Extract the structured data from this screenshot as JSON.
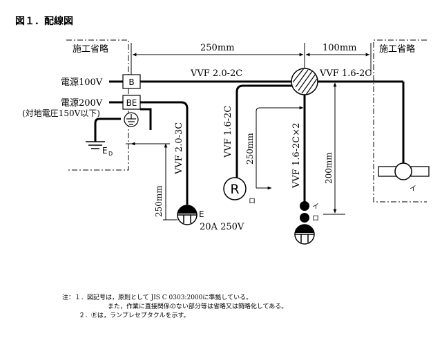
{
  "figure_title": "図１．配線図",
  "omitted_label_left": "施工省略",
  "omitted_label_right": "施工省略",
  "dim_250_top": "250mm",
  "dim_100_top": "100mm",
  "power_100v": "電源100V",
  "power_200v": "電源200V",
  "power_200v_note": "(対地電圧150V以下)",
  "box_b": "B",
  "box_be": "BE",
  "earth_label": "E",
  "earth_sub": "D",
  "cable_top_left": "VVF 2.0-2C",
  "cable_top_right": "VVF 1.6-2C",
  "cable_outlet": "VVF 2.0-3C",
  "cable_receptacle": "VVF 1.6-2C",
  "cable_switch": "VVF 1.6-2C×2",
  "dim_250_outlet": "250mm",
  "dim_250_center": "250mm",
  "dim_200_right": "200mm",
  "receptacle_symbol": "R",
  "receptacle_tag": "ロ",
  "outlet_label": "E",
  "outlet_rating": "20A 250V",
  "pilot_tag_i": "イ",
  "pilot_tag_ro": "ロ",
  "lamp_tag": "イ",
  "notes": {
    "line1": "注：１．図記号は，原則として JIS C 0303:2000に準拠している。",
    "line2": "また，作業に直接関係のない部分等は省略又は簡略化してある。",
    "line3": "２．Ⓡは，ランプレセプタクルを示す。"
  }
}
